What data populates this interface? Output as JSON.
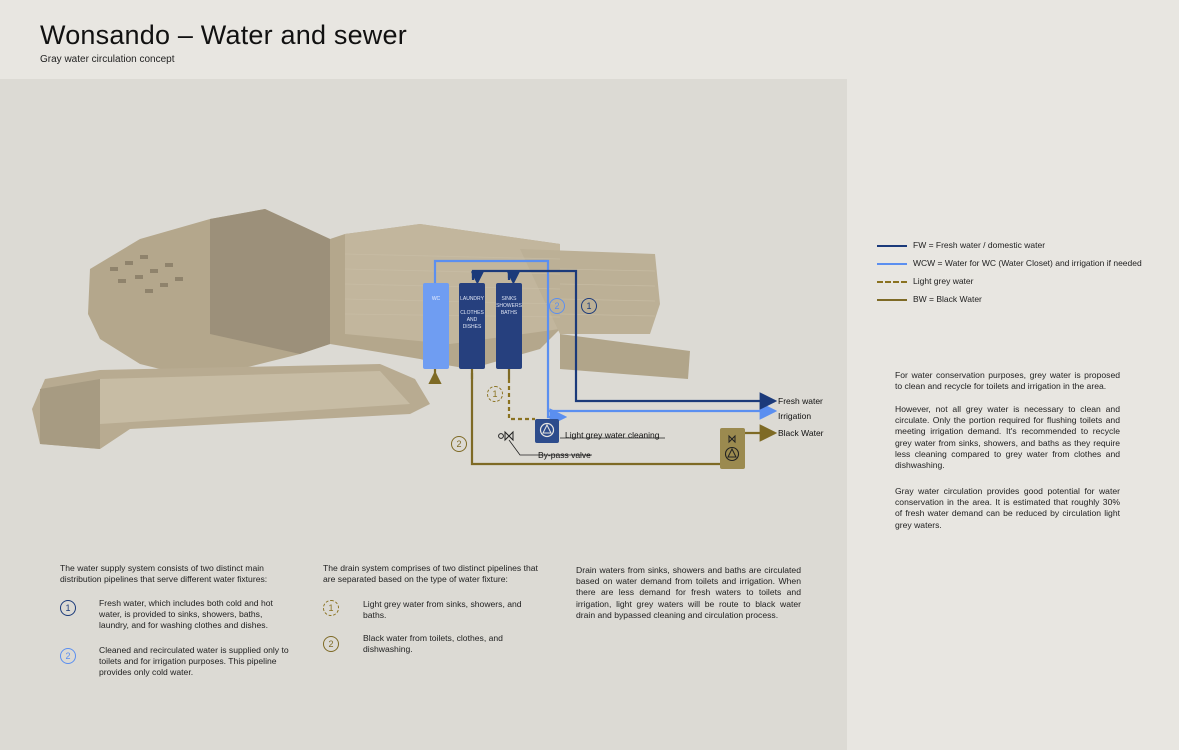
{
  "header": {
    "title": "Wonsando – Water and sewer",
    "subtitle": "Gray water circulation concept"
  },
  "colors": {
    "fresh": "#1b3a7a",
    "wc": "#5b8ff0",
    "grey": "#8a7220",
    "black": "#7e6a25",
    "building": "#b8ab91"
  },
  "diagram": {
    "tanks": [
      {
        "name": "WC",
        "lines": [
          "WC"
        ]
      },
      {
        "name": "LAUNDRY",
        "lines": [
          "LAUNDRY",
          "",
          "CLOTHES",
          "AND",
          "DISHES"
        ]
      },
      {
        "name": "SINKS",
        "lines": [
          "SINKS",
          "SHOWERS",
          "BATHS"
        ]
      }
    ],
    "outputs": {
      "fresh": "Fresh water",
      "irrigation": "Irrigation",
      "black": "Black Water"
    },
    "light_cleaning": "Light grey water cleaning",
    "bypass": "By-pass valve",
    "badges": {
      "b1": "1",
      "b2": "2",
      "g1": "1",
      "g2": "2"
    }
  },
  "legend": [
    {
      "type": "fresh",
      "label": "FW = Fresh water / domestic water"
    },
    {
      "type": "wc",
      "label": "WCW = Water for WC (Water Closet) and irrigation if needed"
    },
    {
      "type": "grey",
      "label": "Light grey water"
    },
    {
      "type": "black",
      "label": "BW = Black Water"
    }
  ],
  "side_text": [
    "For water conservation purposes, grey water is proposed to clean and recycle for toilets and irrigation in the area.",
    "However, not all grey water is necessary to clean and circulate. Only the portion required for flushing toilets and meeting irrigation demand. It's recommended to recycle grey water from sinks, showers, and baths as they require less cleaning compared to grey water from clothes and dishwashing.",
    "Gray water circulation provides good potential for water conservation in the area. It is estimated that roughly 30% of fresh water demand can be reduced by circulation light grey waters."
  ],
  "supply": {
    "intro": "The water supply system consists of two distinct main distribution pipelines that serve different water fixtures:",
    "items": [
      {
        "badge": "1",
        "text": "Fresh water, which includes both cold and hot water, is provided to sinks, showers, baths, laundry, and for washing clothes and dishes."
      },
      {
        "badge": "2",
        "text": "Cleaned and recirculated water is supplied only to toilets and for irrigation purposes. This pipeline provides only cold water."
      }
    ]
  },
  "drain": {
    "intro": "The drain system comprises of two distinct pipelines that are separated based on the type of water fixture:",
    "items": [
      {
        "badge": "1",
        "text": "Light grey water from sinks, showers, and baths."
      },
      {
        "badge": "2",
        "text": "Black water from toilets, clothes, and dishwashing."
      }
    ]
  },
  "circulation": "Drain waters from sinks, showers and baths are circulated based on water demand from toilets and irrigation. When there are less demand for fresh waters to toilets and irrigation, light grey waters will be route to black water drain and bypassed cleaning and circulation process."
}
